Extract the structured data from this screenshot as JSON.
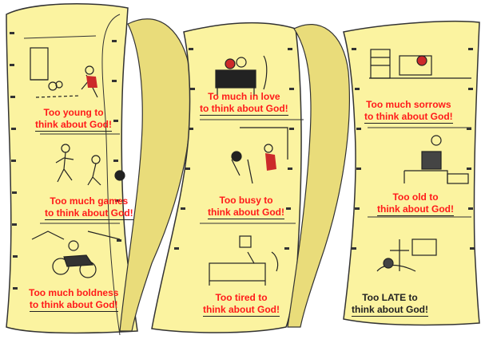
{
  "captions": {
    "c1": {
      "line1": "Too young to",
      "line2": "think about God!"
    },
    "c2": {
      "line1": "Too much games",
      "line2": "to think about God!"
    },
    "c3": {
      "line1": "Too much boldness",
      "line2": "to think about God!"
    },
    "c4": {
      "line1": "To much in love",
      "line2": "to think about God!"
    },
    "c5": {
      "line1": "Too busy to",
      "line2": "think about God!"
    },
    "c6": {
      "line1": "Too tired to",
      "line2": "think about God!"
    },
    "c7": {
      "line1": "Too much sorrows",
      "line2": "to think about God!"
    },
    "c8": {
      "line1": "Too old to",
      "line2": "think about God!"
    },
    "c9": {
      "line1": "Too LATE to",
      "line2": "think about God!"
    }
  },
  "colors": {
    "paper": "#fbf3a0",
    "paper_shade": "#e9dc7a",
    "outline": "#333333",
    "caption": "#ff1a1a"
  }
}
